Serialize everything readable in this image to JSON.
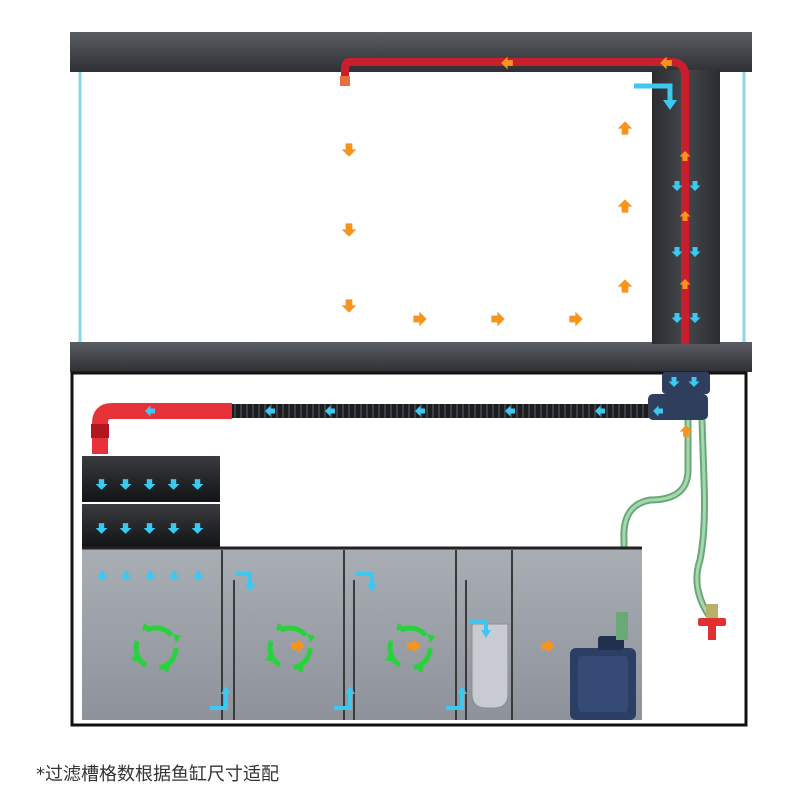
{
  "caption": "*过滤槽格数根据鱼缸尺寸适配",
  "colors": {
    "frame": "#3a3c40",
    "glass_edge": "#7fd3e6",
    "sump_water": "#9a9ea6",
    "pipe_red": "#e8323a",
    "hose_black": "#1e1f22",
    "hose_green": "#7fb58a",
    "flow_blue": "#39c6ee",
    "flow_orange": "#f7941d",
    "circulation_green": "#28d23c",
    "pump_blue": "#2c3e63"
  },
  "icons": {
    "flow_in": "arrow-icon-cyan",
    "flow_water": "arrow-icon-orange",
    "circulation": "circular-arrows-icon",
    "pump": "submersible-pump-icon",
    "valve": "valve-icon"
  }
}
